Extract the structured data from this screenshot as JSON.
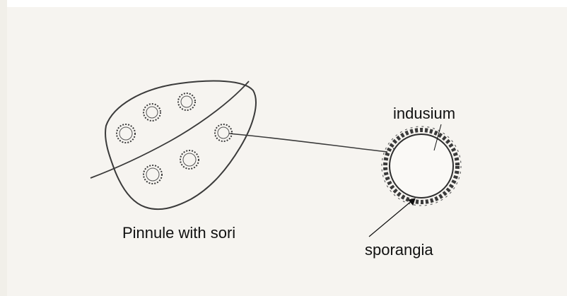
{
  "labels": {
    "indusium": "indusium",
    "sporangia": "sporangia",
    "pinnule": "Pinnule with sori"
  },
  "colors": {
    "paper": "#f6f4f0",
    "pencil": "#3a3a3a",
    "pointer": "#111111"
  }
}
